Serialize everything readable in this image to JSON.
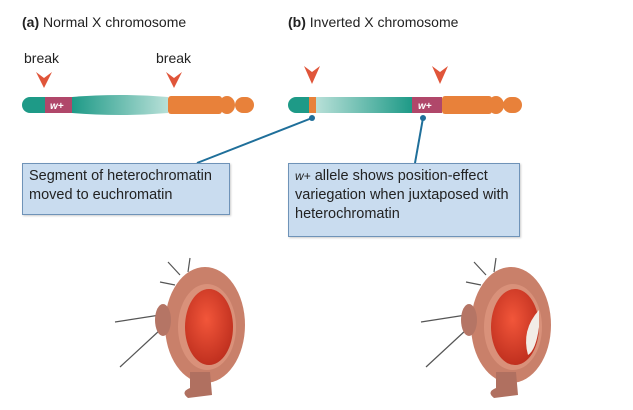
{
  "panel_a": {
    "label": "(a)",
    "title": "Normal X chromosome",
    "break_labels": [
      "break",
      "break"
    ],
    "gene_label": "w+"
  },
  "panel_b": {
    "label": "(b)",
    "title": "Inverted X chromosome",
    "gene_label": "w+"
  },
  "callouts": {
    "left": "Segment of heterochromatin moved to euchromatin",
    "right_gene": "w+",
    "right": "allele shows position-effect variegation when juxtaposed with heterochromatin"
  },
  "colors": {
    "euchromatin": "#1e9a87",
    "heterochromatin": "#e8813a",
    "gene": "#b0476a",
    "arrow": "#e0553a",
    "callout": "#c9dcef"
  }
}
